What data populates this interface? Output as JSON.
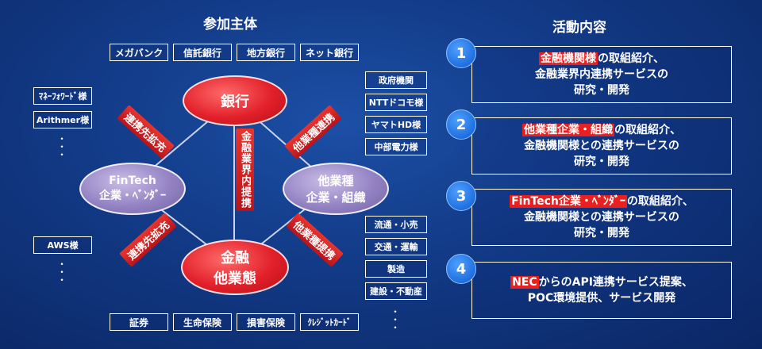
{
  "left_title": "参加主体",
  "right_title": "活動内容",
  "banks": [
    "メガバンク",
    "信託銀行",
    "地方銀行",
    "ネット銀行"
  ],
  "left_list": [
    "ﾏﾈｰﾌｫﾜｰﾄﾞ様",
    "Arithmer様"
  ],
  "left_list2": [
    "AWS様"
  ],
  "right_list": [
    "政府機関",
    "NTTドコモ様",
    "ヤマトHD様",
    "中部電力様"
  ],
  "right_list2": [
    "流通・小売",
    "交通・運輸",
    "製造",
    "建設・不動産"
  ],
  "bottom_list": [
    "証券",
    "生命保険",
    "損害保険",
    "ｸﾚｼﾞｯﾄｶｰﾄﾞ"
  ],
  "nodes": {
    "bank": "銀行",
    "fintech_line1": "FinTech",
    "fintech_line2": "企業・ﾍﾞﾝﾀﾞｰ",
    "other_line1": "他業種",
    "other_line2": "企業・組織",
    "finance_line1": "金融",
    "finance_line2": "他業態"
  },
  "edges": {
    "bank_fintech": "連携先拡充",
    "bank_other": "他業種連携",
    "center": "金融業界内提携",
    "fintech_finance": "連携先拡充",
    "other_finance": "他業種提携"
  },
  "activities": [
    {
      "num": "1",
      "hl": "金融機関様",
      "line1_rest": "の取組紹介、",
      "line2": "金融業界内連携サービスの",
      "line3": "研究・開発"
    },
    {
      "num": "2",
      "hl": "他業種企業・組織",
      "line1_rest": "の取組紹介、",
      "line2": "金融機関様との連携サービスの",
      "line3": "研究・開発"
    },
    {
      "num": "3",
      "hl": "FinTech企業・ﾍﾞﾝﾀﾞｰ",
      "line1_rest": "の取組紹介、",
      "line2": "金融機関様との連携サービスの",
      "line3": "研究・開発"
    },
    {
      "num": "4",
      "hl": "NEC",
      "line1_rest": "からのAPI連携サービス提案、",
      "line2": "POC環境提供、サービス開発",
      "line3": ""
    }
  ]
}
